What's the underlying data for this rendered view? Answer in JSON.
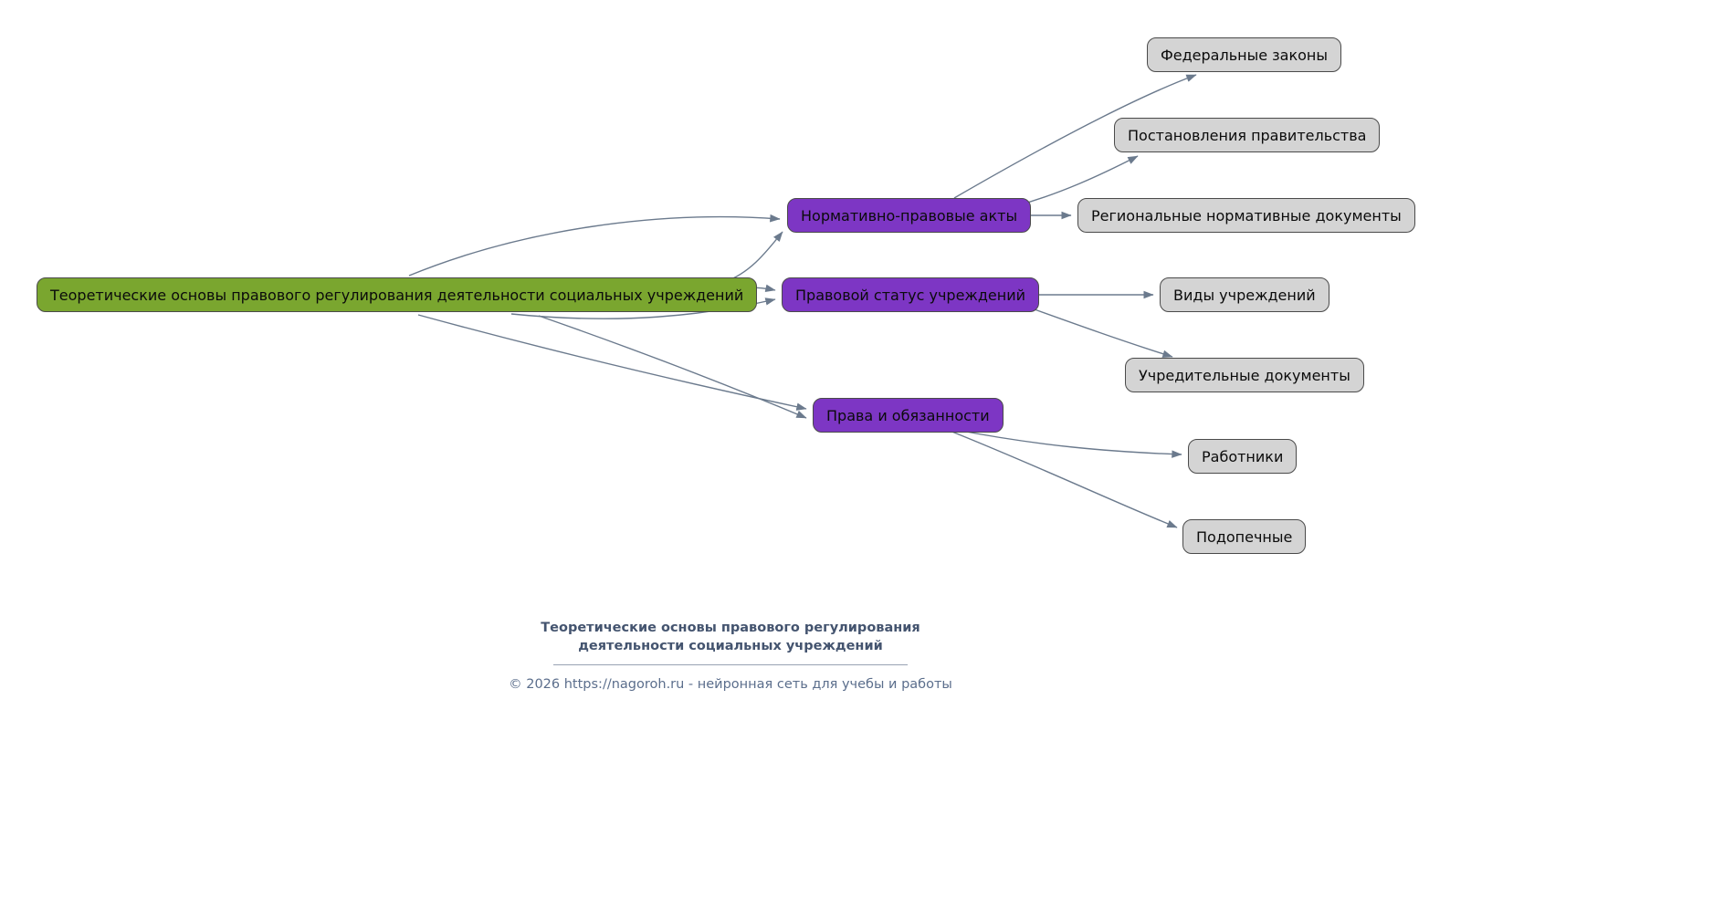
{
  "colors": {
    "root-fill": "#7aa62f",
    "branch-fill": "#7d36c4",
    "leaf-fill": "#d4d4d4",
    "node-border": "#4a4a4a",
    "edge-color": "#6b7a8d",
    "footer-title-color": "#44546f",
    "footer-text-color": "#5b6e8c"
  },
  "mindmap": {
    "root": {
      "label": "Теоретические основы правового регулирования деятельности социальных учреждений"
    },
    "branches": [
      {
        "label": "Нормативно-правовые акты",
        "children": [
          {
            "label": "Федеральные законы"
          },
          {
            "label": "Постановления правительства"
          },
          {
            "label": "Региональные нормативные документы"
          }
        ]
      },
      {
        "label": "Правовой статус учреждений",
        "children": [
          {
            "label": "Виды учреждений"
          },
          {
            "label": "Учредительные документы"
          }
        ]
      },
      {
        "label": "Права и обязанности",
        "children": [
          {
            "label": "Работники"
          },
          {
            "label": "Подопечные"
          }
        ]
      }
    ]
  },
  "footer": {
    "title_line1": "Теоретические основы правового регулирования",
    "title_line2": "деятельности социальных учреждений",
    "copyright_prefix": "© 2026 ",
    "site_link": "https://nagoroh.ru",
    "copyright_suffix": " - нейронная сеть для учебы и работы"
  }
}
